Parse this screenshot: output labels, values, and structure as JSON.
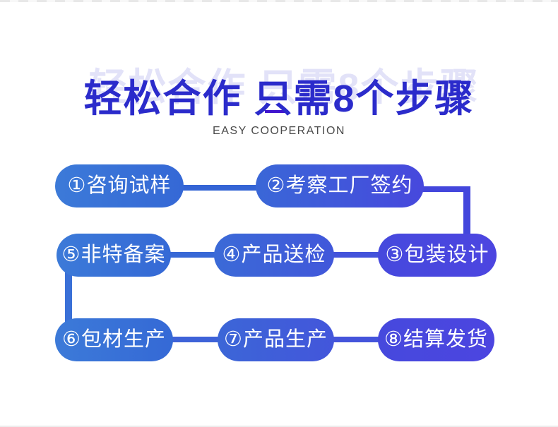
{
  "header": {
    "title": "轻松合作 只需8个步骤",
    "subtitle": "EASY COOPERATION"
  },
  "flowchart": {
    "steps": [
      {
        "number": "①",
        "name": "咨询试样",
        "label": "①咨询试样"
      },
      {
        "number": "②",
        "name": "考察工厂签约",
        "label": "②考察工厂签约"
      },
      {
        "number": "③",
        "name": "包装设计",
        "label": "③包装设计"
      },
      {
        "number": "④",
        "name": "产品送检",
        "label": "④产品送检"
      },
      {
        "number": "⑤",
        "name": "非特备案",
        "label": "⑤非特备案"
      },
      {
        "number": "⑥",
        "name": "包材生产",
        "label": "⑥包材生产"
      },
      {
        "number": "⑦",
        "name": "产品生产",
        "label": "⑦产品生产"
      },
      {
        "number": "⑧",
        "name": "结算发货",
        "label": "⑧结算发货"
      }
    ],
    "flow_order": "①→②→③→④→⑤→⑥→⑦→⑧ (snake layout: row1 left-to-right, elbow down, row2 right-to-left, drop down, row3 left-to-right)"
  },
  "colors": {
    "background": "#ffffff",
    "title_indigo": "#2b2bcb",
    "underline_purple": "#4015ce",
    "subtitle_gray": "#4a4a4a",
    "pill_text": "#ffffff",
    "pill_gradient_left_blue": "#3c7ad8",
    "pill_gradient_right_indigo": "#4c45e0",
    "connector_blue": "#3464d5",
    "connector_indigo": "#4346dc"
  }
}
